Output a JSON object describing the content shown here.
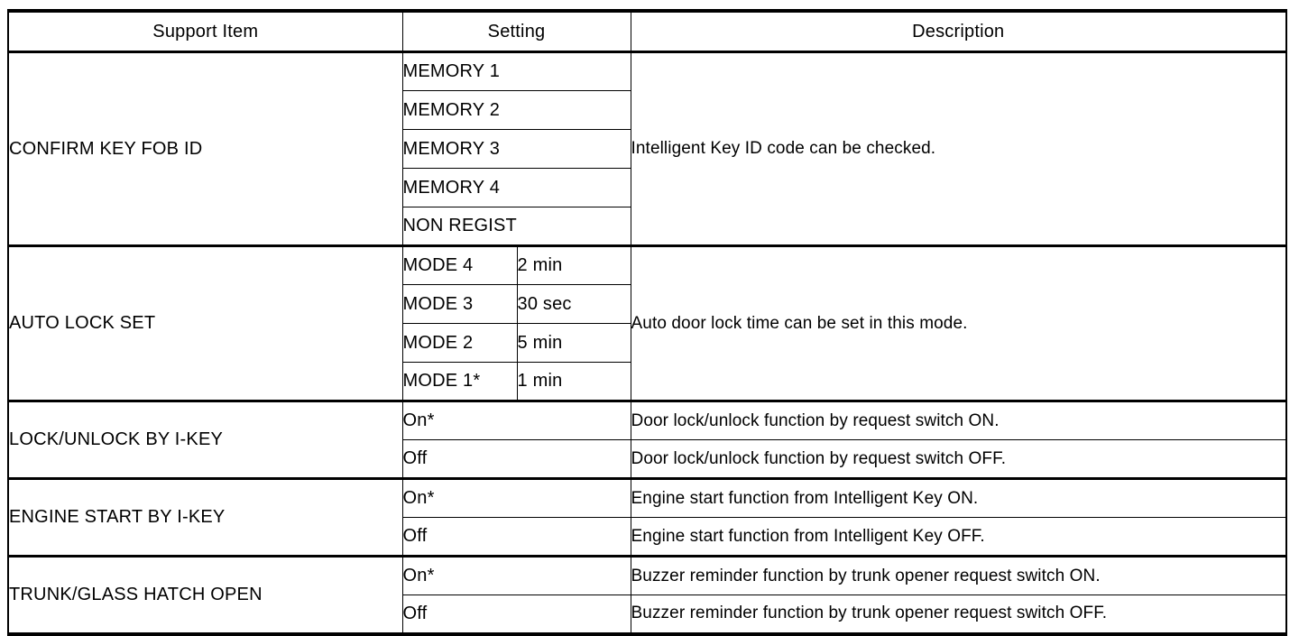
{
  "document": {
    "kind": "service-manual-table",
    "text_color": "#000000",
    "background_color": "#ffffff"
  },
  "table": {
    "headers": {
      "support_item": "Support Item",
      "setting": "Setting",
      "description": "Description"
    },
    "sections": [
      {
        "support_item": "CONFIRM KEY FOB ID",
        "description": "Intelligent Key ID code can be checked.",
        "description_span": 5,
        "setting_has_subcolumn": false,
        "settings": [
          {
            "value": "MEMORY 1"
          },
          {
            "value": "MEMORY 2"
          },
          {
            "value": "MEMORY 3"
          },
          {
            "value": "MEMORY 4"
          },
          {
            "value": "NON REGIST"
          }
        ]
      },
      {
        "support_item": "AUTO LOCK SET",
        "description": "Auto door lock time can be set in this mode.",
        "description_span": 4,
        "setting_has_subcolumn": true,
        "settings": [
          {
            "value": "MODE 4",
            "sub": "2 min"
          },
          {
            "value": "MODE 3",
            "sub": "30 sec"
          },
          {
            "value": "MODE 2",
            "sub": "5 min"
          },
          {
            "value": "MODE 1*",
            "sub": "1 min"
          }
        ]
      },
      {
        "support_item": "LOCK/UNLOCK BY I-KEY",
        "setting_has_subcolumn": false,
        "rows": [
          {
            "setting": "On*",
            "description": "Door lock/unlock function by request switch ON."
          },
          {
            "setting": "Off",
            "description": "Door lock/unlock function by request switch OFF."
          }
        ]
      },
      {
        "support_item": "ENGINE START BY I-KEY",
        "setting_has_subcolumn": false,
        "rows": [
          {
            "setting": "On*",
            "description": "Engine start function from Intelligent Key ON."
          },
          {
            "setting": "Off",
            "description": "Engine start function from Intelligent Key OFF."
          }
        ]
      },
      {
        "support_item": "TRUNK/GLASS HATCH OPEN",
        "setting_has_subcolumn": false,
        "rows": [
          {
            "setting": "On*",
            "description": "Buzzer reminder function by trunk opener request switch ON."
          },
          {
            "setting": "Off",
            "description": "Buzzer reminder function by trunk opener request switch OFF."
          }
        ]
      }
    ]
  }
}
